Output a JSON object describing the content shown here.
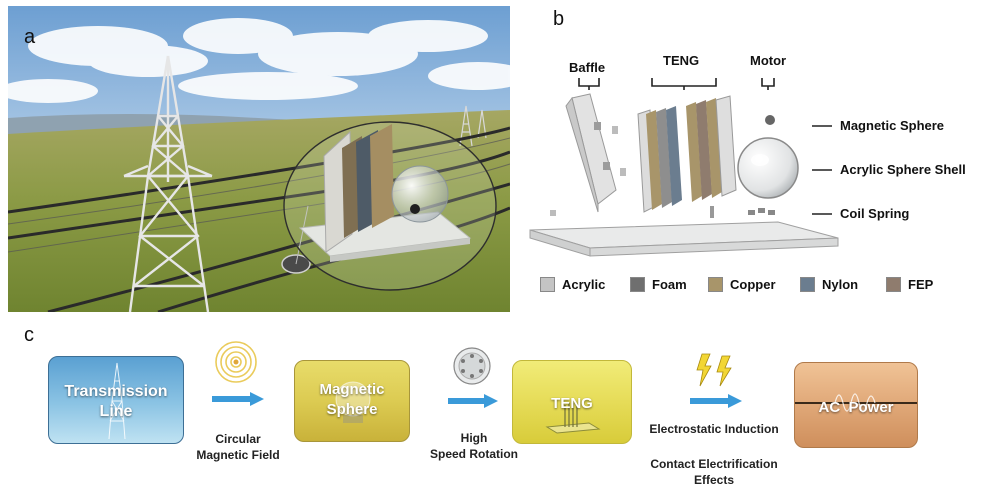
{
  "panel_labels": {
    "a": "a",
    "b": "b",
    "c": "c"
  },
  "panel_b": {
    "headers": {
      "baffle": "Baffle",
      "teng": "TENG",
      "motor": "Motor"
    },
    "callouts": {
      "magnetic_sphere": "Magnetic Sphere",
      "acrylic_shell": "Acrylic Sphere Shell",
      "coil_spring": "Coil Spring"
    },
    "legend": [
      {
        "label": "Acrylic",
        "color": "#c4c4c4"
      },
      {
        "label": "Foam",
        "color": "#6f6f6f"
      },
      {
        "label": "Copper",
        "color": "#a8956a"
      },
      {
        "label": "Nylon",
        "color": "#6b7d8f"
      },
      {
        "label": "FEP",
        "color": "#8f7c6e"
      }
    ]
  },
  "panel_c": {
    "steps": [
      {
        "line1": "Transmission",
        "line2": "Line",
        "color_top": "#5aa0d2",
        "color_bottom": "#bfe2f2"
      },
      {
        "line1": "Magnetic",
        "line2": "Sphere",
        "color_top": "#e8dc6a",
        "color_bottom": "#c9b23a"
      },
      {
        "line1": "TENG",
        "line2": "",
        "color_top": "#f1ec78",
        "color_bottom": "#d8cc3a"
      },
      {
        "line1": "AC  Power",
        "line2": "",
        "color_top": "#f0c396",
        "color_bottom": "#cf8f5c"
      }
    ],
    "captions": {
      "c1_line1": "Circular",
      "c1_line2": "Magnetic Field",
      "c2_line1": "High",
      "c2_line2": "Speed Rotation",
      "c3": "Electrostatic Induction",
      "c4_line1": "Contact Electrification",
      "c4_line2": "Effects"
    },
    "arrow_color": "#3a9ad9"
  }
}
